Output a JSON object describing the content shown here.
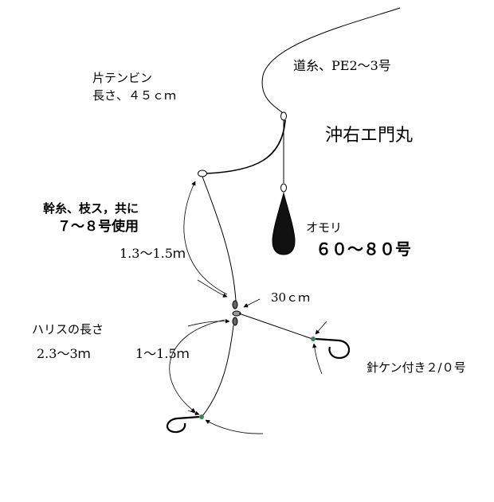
{
  "labels": {
    "main_line": "道糸、PE2～3号",
    "tenbin_name": "片テンビン",
    "tenbin_length": "長さ、４５ｃｍ",
    "boat_name": "沖右エ門丸",
    "trunk_line": "幹糸、枝ス，共に",
    "trunk_size": "７～８号使用",
    "sinker_name": "オモリ",
    "sinker_size": "６０～８０号",
    "trunk_length": "1.3～1.5ｍ",
    "branch_length": "30ｃｍ",
    "leader_name": "ハリスの長さ",
    "leader_length_a": "2.3～3ｍ",
    "leader_length_b": "1～1.5ｍ",
    "hook_name": "針ケン付き２/０号"
  },
  "colors": {
    "line": "#000000",
    "hook_bead": "#2e8b57",
    "swivel": "#555555",
    "sinker": "#111111"
  }
}
